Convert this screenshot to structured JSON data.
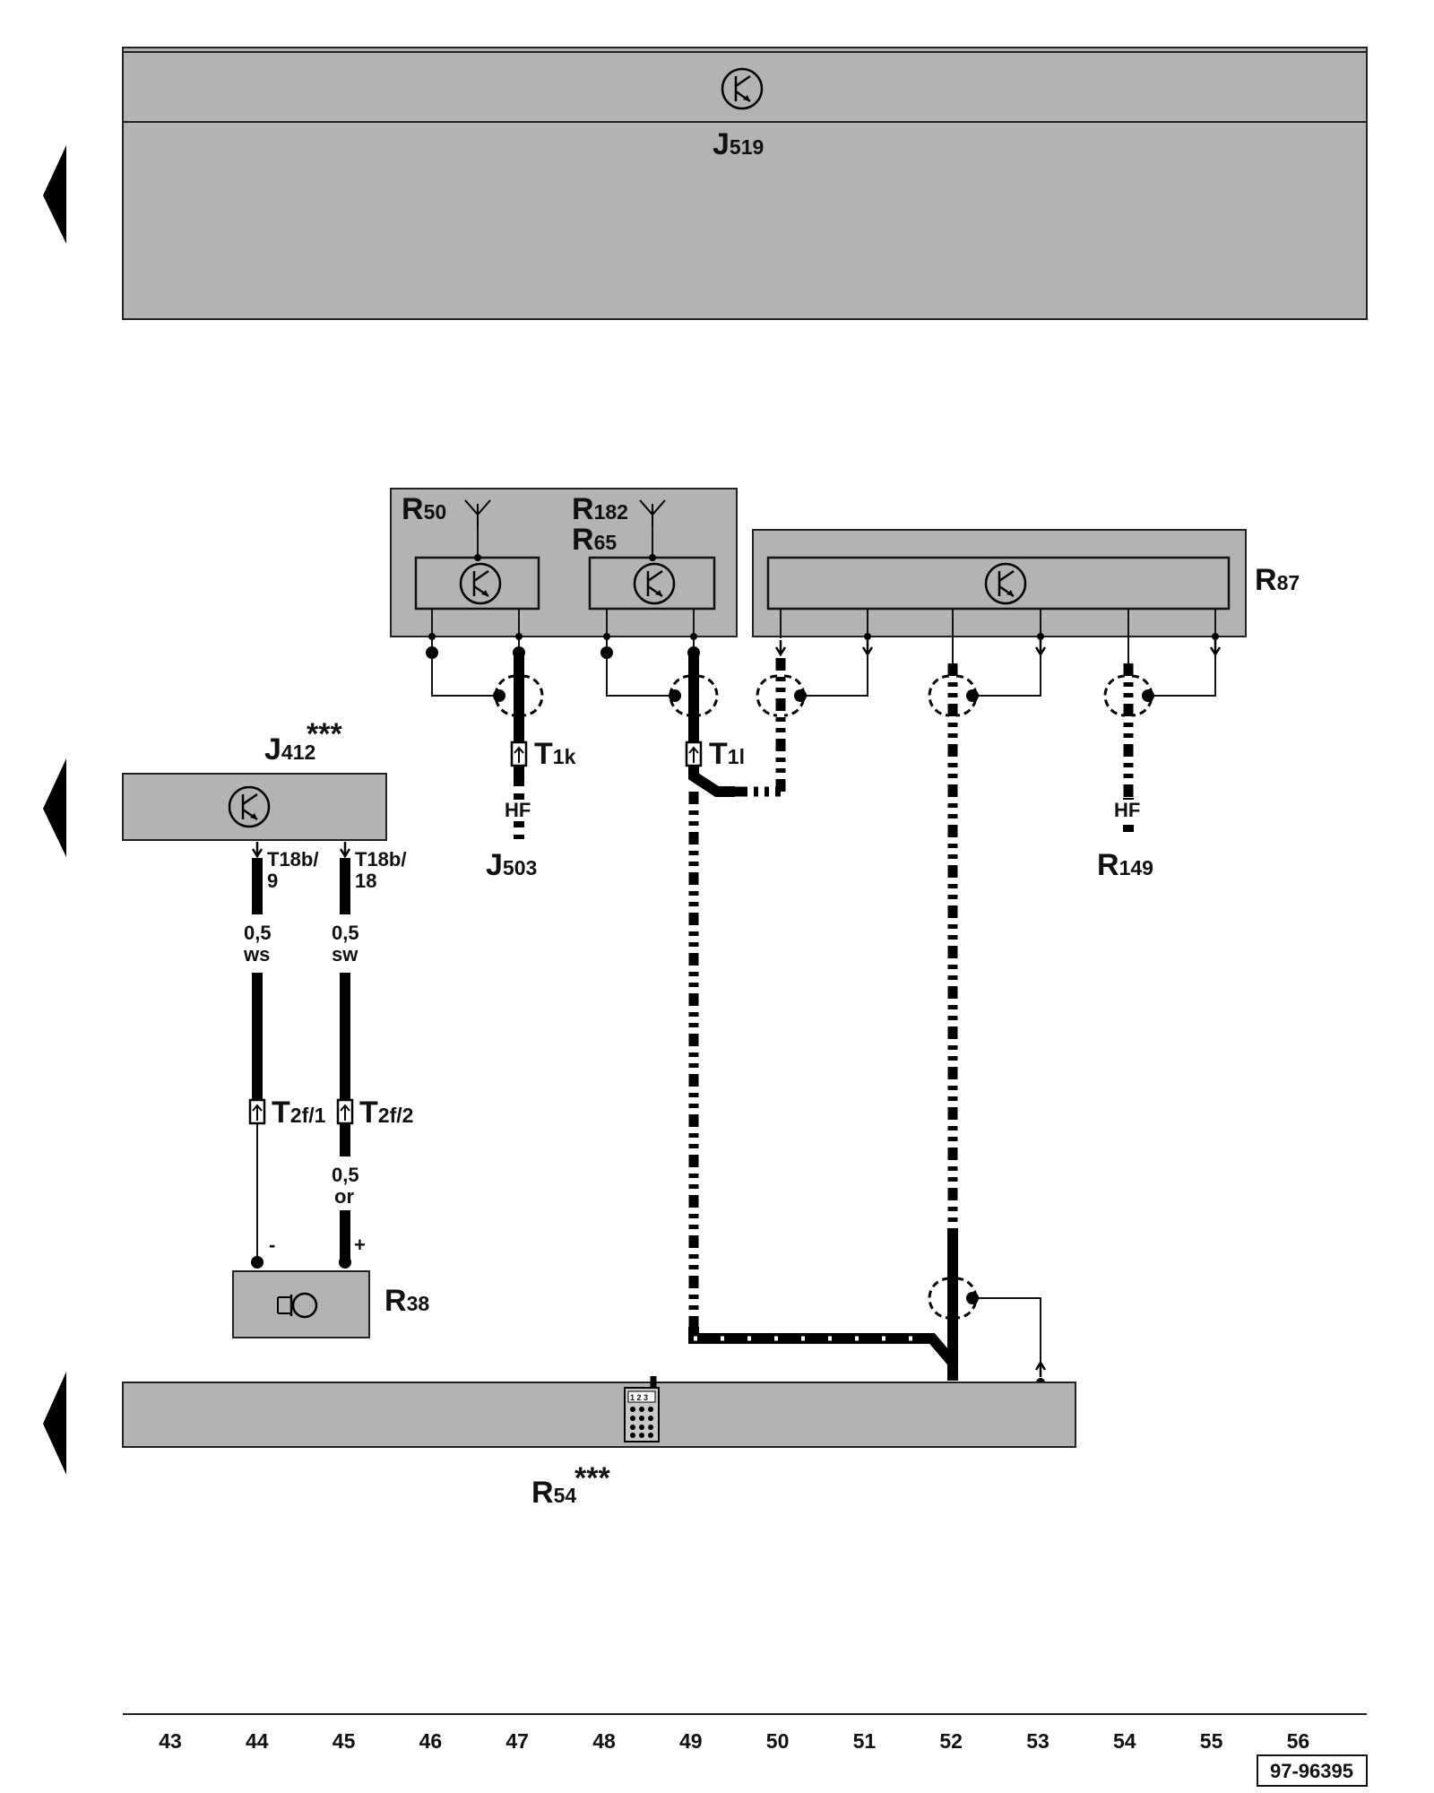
{
  "components": {
    "j519": {
      "letter": "J",
      "num": "519"
    },
    "j412": {
      "letter": "J",
      "num": "412",
      "mark": "***"
    },
    "r50": {
      "letter": "R",
      "num": "50"
    },
    "r182": {
      "letter": "R",
      "num": "182"
    },
    "r65": {
      "letter": "R",
      "num": "65"
    },
    "r87": {
      "letter": "R",
      "num": "87"
    },
    "j503": {
      "letter": "J",
      "num": "503"
    },
    "r149": {
      "letter": "R",
      "num": "149"
    },
    "r38": {
      "letter": "R",
      "num": "38"
    },
    "r54": {
      "letter": "R",
      "num": "54",
      "mark": "***"
    }
  },
  "connectors": {
    "t1k": {
      "letter": "T",
      "sub": "1k"
    },
    "t1l": {
      "letter": "T",
      "sub": "1l"
    },
    "t2f1": {
      "letter": "T",
      "sub": "2f/1"
    },
    "t2f2": {
      "letter": "T",
      "sub": "2f/2"
    },
    "t18b9": {
      "top": "T18b/",
      "bottom": "9"
    },
    "t18b18": {
      "top": "T18b/",
      "bottom": "18"
    }
  },
  "wires": {
    "w1": {
      "size": "0,5",
      "color": "ws"
    },
    "w2": {
      "size": "0,5",
      "color": "sw"
    },
    "w3": {
      "size": "0,5",
      "color": "or"
    }
  },
  "signals": {
    "hf_left": "HF",
    "hf_right": "HF"
  },
  "polarity": {
    "minus": "-",
    "plus": "+"
  },
  "keypad_text": "1 2 3",
  "columns": [
    "43",
    "44",
    "45",
    "46",
    "47",
    "48",
    "49",
    "50",
    "51",
    "52",
    "53",
    "54",
    "55",
    "56"
  ],
  "doc_number": "97-96395"
}
